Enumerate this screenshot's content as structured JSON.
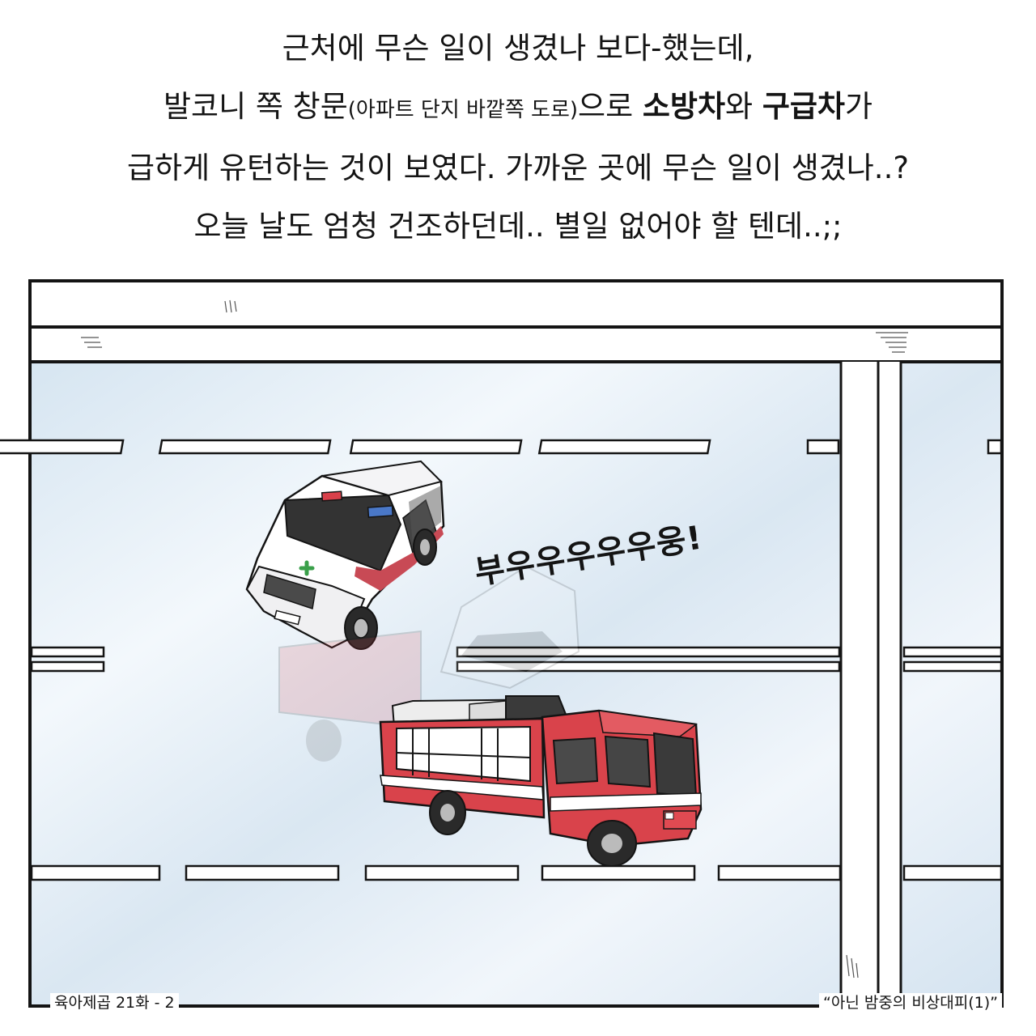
{
  "caption": {
    "line1": "근처에 무슨 일이 생겼나 보다-했는데,",
    "line2": {
      "a": "발코니 쪽 창문",
      "aside": "(아파트 단지 바깥쪽 도로)",
      "b": "으로 ",
      "bold1": "소방차",
      "c": "와 ",
      "bold2": "구급차",
      "d": "가"
    },
    "line3": "급하게 유턴하는 것이 보였다. 가까운 곳에 무슨 일이 생겼나..?",
    "line4": "오늘 날도 엄청 건조하던데.. 별일 없어야 할 텐데..;;"
  },
  "sfx": "부우우우우우웅!",
  "footer": {
    "episode": "육아제곱 21화 - 2",
    "subtitle": "“아닌 밤중의 비상대피(1)”"
  },
  "colors": {
    "ink": "#141414",
    "glass": "#e3edf5",
    "fire_truck_red": "#d9434b",
    "ambulance_red": "#c84a55",
    "siren_red": "#d8404a",
    "siren_blue": "#4a78c8",
    "cross_green": "#3aa04a"
  }
}
